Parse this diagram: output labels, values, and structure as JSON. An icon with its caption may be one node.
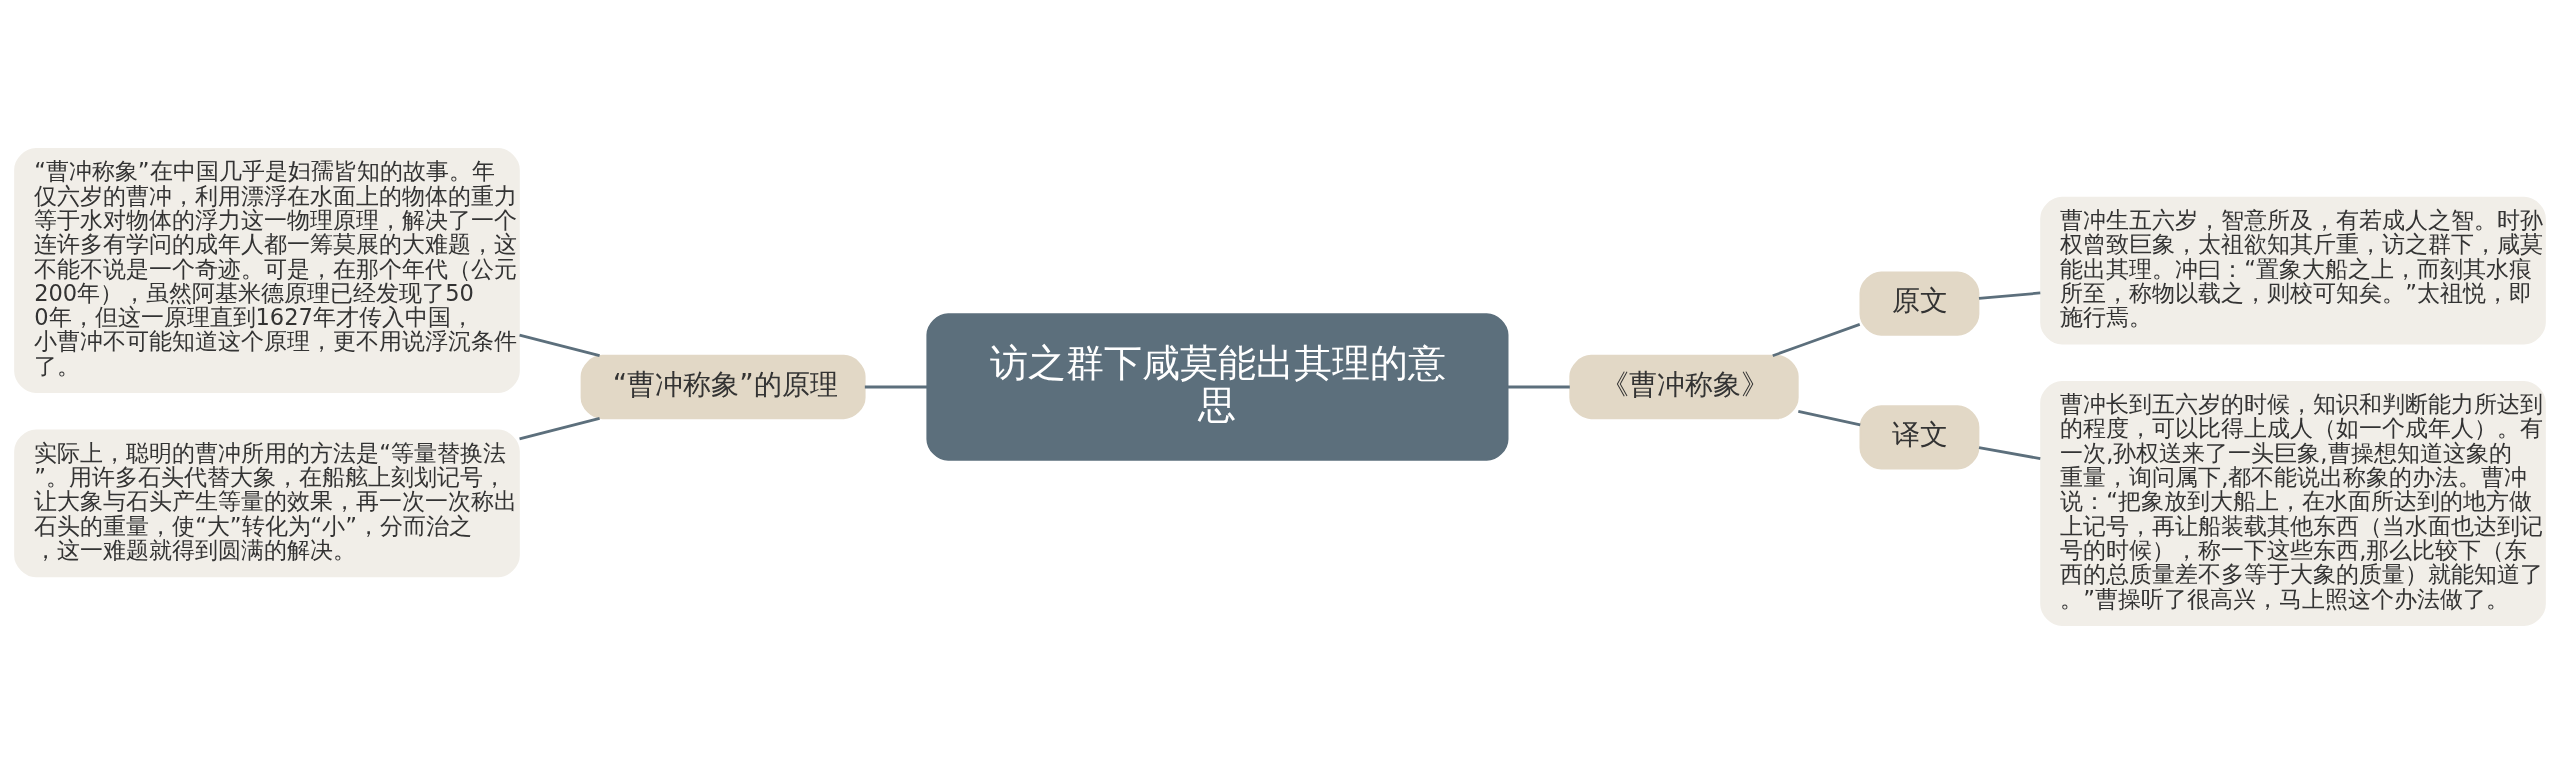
{
  "diagram": {
    "nodes": [
      {
        "text": [
          "访之群下咸莫能出其理的意思"
        ]
      },
      {
        "text": [
          "《曹冲称象》"
        ]
      },
      {
        "text": [
          "原文"
        ]
      },
      {
        "text": [
          "曹冲生五六岁，智意所及，有若成人之智。时孙权曾致巨象，太祖欲知其斤重，访之群下，咸莫能出其理。冲曰：“置象大船之上，而刻其水痕所至，称物以载之，则校可知矣。”太祖悦，即施行焉。"
        ]
      },
      {
        "text": [
          "译文"
        ]
      },
      {
        "text": [
          "曹冲长到五六岁的时候，知识和判断能力所达到的程度，可以比得上成人（如一个成年人）。有一次,孙权送来了一头巨象,曹操想知道这象的重量，询问属下,都不能说出称象的办法。曹冲说：“把象放到大船上，在水面所达到的地方做上记号，再让船装载其他东西（当水面也达到记号的时候），称一下这些东西,那么比较下（东西的总质量差不多等于大象的质量）就能知道了。”曹操听了很高兴，马上照这个办法做了。"
        ]
      },
      {
        "text": [
          "“曹冲称象”的原理"
        ]
      },
      {
        "text": [
          "“曹冲称象”在中国几乎是妇孺皆知的故事。年仅六岁的曹冲，利用漂浮在水面上的物体的重力等于水对物体的浮力这一物理原理，解决了一个连许多有学问的成年人都一筹莫展的大难题，这不能不说是一个奇迹。可是，在那个年代（公元200年），虽然阿基米德原理已经发现了500年，但这一原理直到1627年才传入中国，小曹冲不可能知道这个原理，更不用说浮沉条件了。"
        ]
      },
      {
        "text": [
          "实际上，聪明的曹冲所用的方法是“等量替换法”。用许多石头代替大象，在船舷上刻划记号，让大象与石头产生等量的效果，再一次一次称出石头的重量，使“大”转化为“小”，分而治之，这一难题就得到圆满的解决。"
        ]
      }
    ],
    "edges": [
      {
        "from": 0,
        "to": 1,
        "arrow": "none"
      },
      {
        "from": 1,
        "to": 2,
        "arrow": "none"
      },
      {
        "from": 2,
        "to": 3,
        "arrow": "none"
      },
      {
        "from": 1,
        "to": 4,
        "arrow": "none"
      },
      {
        "from": 4,
        "to": 5,
        "arrow": "none"
      },
      {
        "from": 0,
        "to": 6,
        "arrow": "none"
      },
      {
        "from": 6,
        "to": 7,
        "arrow": "none"
      },
      {
        "from": 6,
        "to": 8,
        "arrow": "none"
      }
    ]
  }
}
